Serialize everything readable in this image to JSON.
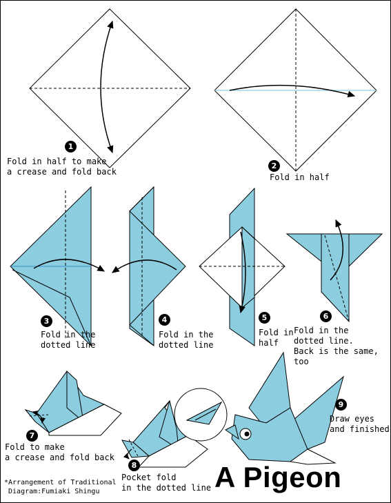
{
  "title": "A Pigeon",
  "credit": {
    "line1": "*Arrangement of Traditional",
    "line2": " Diagram:Fumiaki Shingu"
  },
  "colors": {
    "paper": "#8ccee0",
    "back": "#ffffff",
    "line": "#000000"
  },
  "steps": [
    {
      "number": "1",
      "text": "Fold in half to make\na crease and fold back"
    },
    {
      "number": "2",
      "text": "Fold in half"
    },
    {
      "number": "3",
      "text": "Fold in the\ndotted line"
    },
    {
      "number": "4",
      "text": "Fold in the\ndotted line"
    },
    {
      "number": "5",
      "text": "Fold in\nhalf"
    },
    {
      "number": "6",
      "text": "Fold in the\ndotted line.\nBack is the same,\ntoo"
    },
    {
      "number": "7",
      "text": "Fold to make\na crease and fold back"
    },
    {
      "number": "8",
      "text": "Pocket fold\nin the dotted line"
    },
    {
      "number": "9",
      "text": "Draw eyes\nand finished"
    }
  ]
}
